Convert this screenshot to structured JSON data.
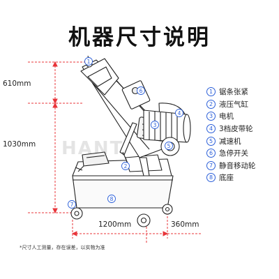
{
  "title": "机器尺寸说明",
  "watermark": "HANT",
  "dimensions": {
    "top_height": "610mm",
    "total_height": "1030mm",
    "length": "1200mm",
    "width": "360mm"
  },
  "legend": [
    {
      "num": "1",
      "label": "锯条张紧"
    },
    {
      "num": "2",
      "label": "液压气缸"
    },
    {
      "num": "3",
      "label": "电机"
    },
    {
      "num": "4",
      "label": "3档皮带轮"
    },
    {
      "num": "5",
      "label": "减速机"
    },
    {
      "num": "6",
      "label": "急停开关"
    },
    {
      "num": "7",
      "label": "静音移动轮"
    },
    {
      "num": "8",
      "label": "底座"
    }
  ],
  "footnote": "*尺寸人工测量，存在误差，以实物为准",
  "colors": {
    "dimension_line": "#e8353a",
    "callout": "#2b5fd9",
    "machine_stroke": "#222222"
  }
}
